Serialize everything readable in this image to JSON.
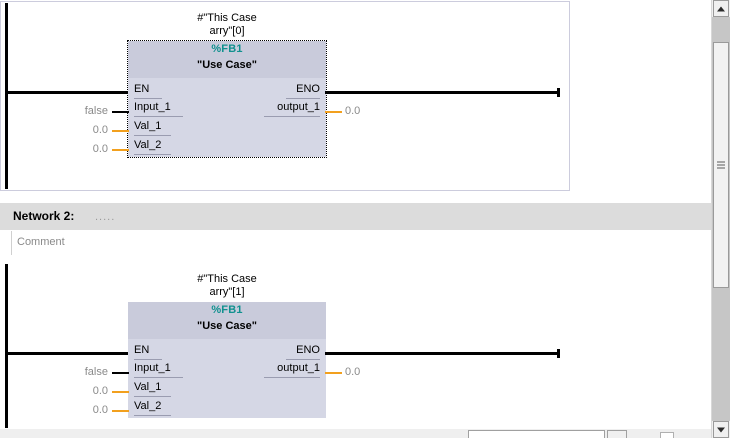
{
  "networks": [
    {
      "id": "network-1",
      "header_visible": false,
      "header_title": "",
      "comment_placeholder": "",
      "block": {
        "instance_line_1": "#\"This Case",
        "instance_line_2": "arry\"[0]",
        "type": "%FB1",
        "name": "\"Use Case\"",
        "selected": true,
        "inputs": [
          {
            "name": "EN",
            "value": "",
            "wire": "black"
          },
          {
            "name": "Input_1",
            "value": "false",
            "wire": "black"
          },
          {
            "name": "Val_1",
            "value": "0.0",
            "wire": "orange"
          },
          {
            "name": "Val_2",
            "value": "0.0",
            "wire": "orange"
          }
        ],
        "outputs": [
          {
            "name": "ENO",
            "value": "",
            "wire": "black"
          },
          {
            "name": "output_1",
            "value": "0.0",
            "wire": "orange"
          }
        ]
      }
    },
    {
      "id": "network-2",
      "header_visible": true,
      "header_title": "Network 2:",
      "header_dots": ".....",
      "comment_placeholder": "Comment",
      "block": {
        "instance_line_1": "#\"This Case",
        "instance_line_2": "arry\"[1]",
        "type": "%FB1",
        "name": "\"Use Case\"",
        "selected": false,
        "inputs": [
          {
            "name": "EN",
            "value": "",
            "wire": "black"
          },
          {
            "name": "Input_1",
            "value": "false",
            "wire": "black"
          },
          {
            "name": "Val_1",
            "value": "0.0",
            "wire": "orange"
          },
          {
            "name": "Val_2",
            "value": "0.0",
            "wire": "orange"
          }
        ],
        "outputs": [
          {
            "name": "ENO",
            "value": "",
            "wire": "black"
          },
          {
            "name": "output_1",
            "value": "0.0",
            "wire": "orange"
          }
        ]
      }
    }
  ],
  "scrollbar": {
    "up_arrow_icon": "triangle-up-icon",
    "down_arrow_icon": "triangle-down-icon",
    "grip_icon": "grip-lines-icon"
  },
  "colors": {
    "block_body": "#d5d7e5",
    "block_header": "#c9cbdb",
    "type_text": "#11918f",
    "wire_orange": "#f2a01e",
    "wire_black": "#000000",
    "value_text": "#8a8a8a",
    "network_band": "#dcdcdc"
  }
}
